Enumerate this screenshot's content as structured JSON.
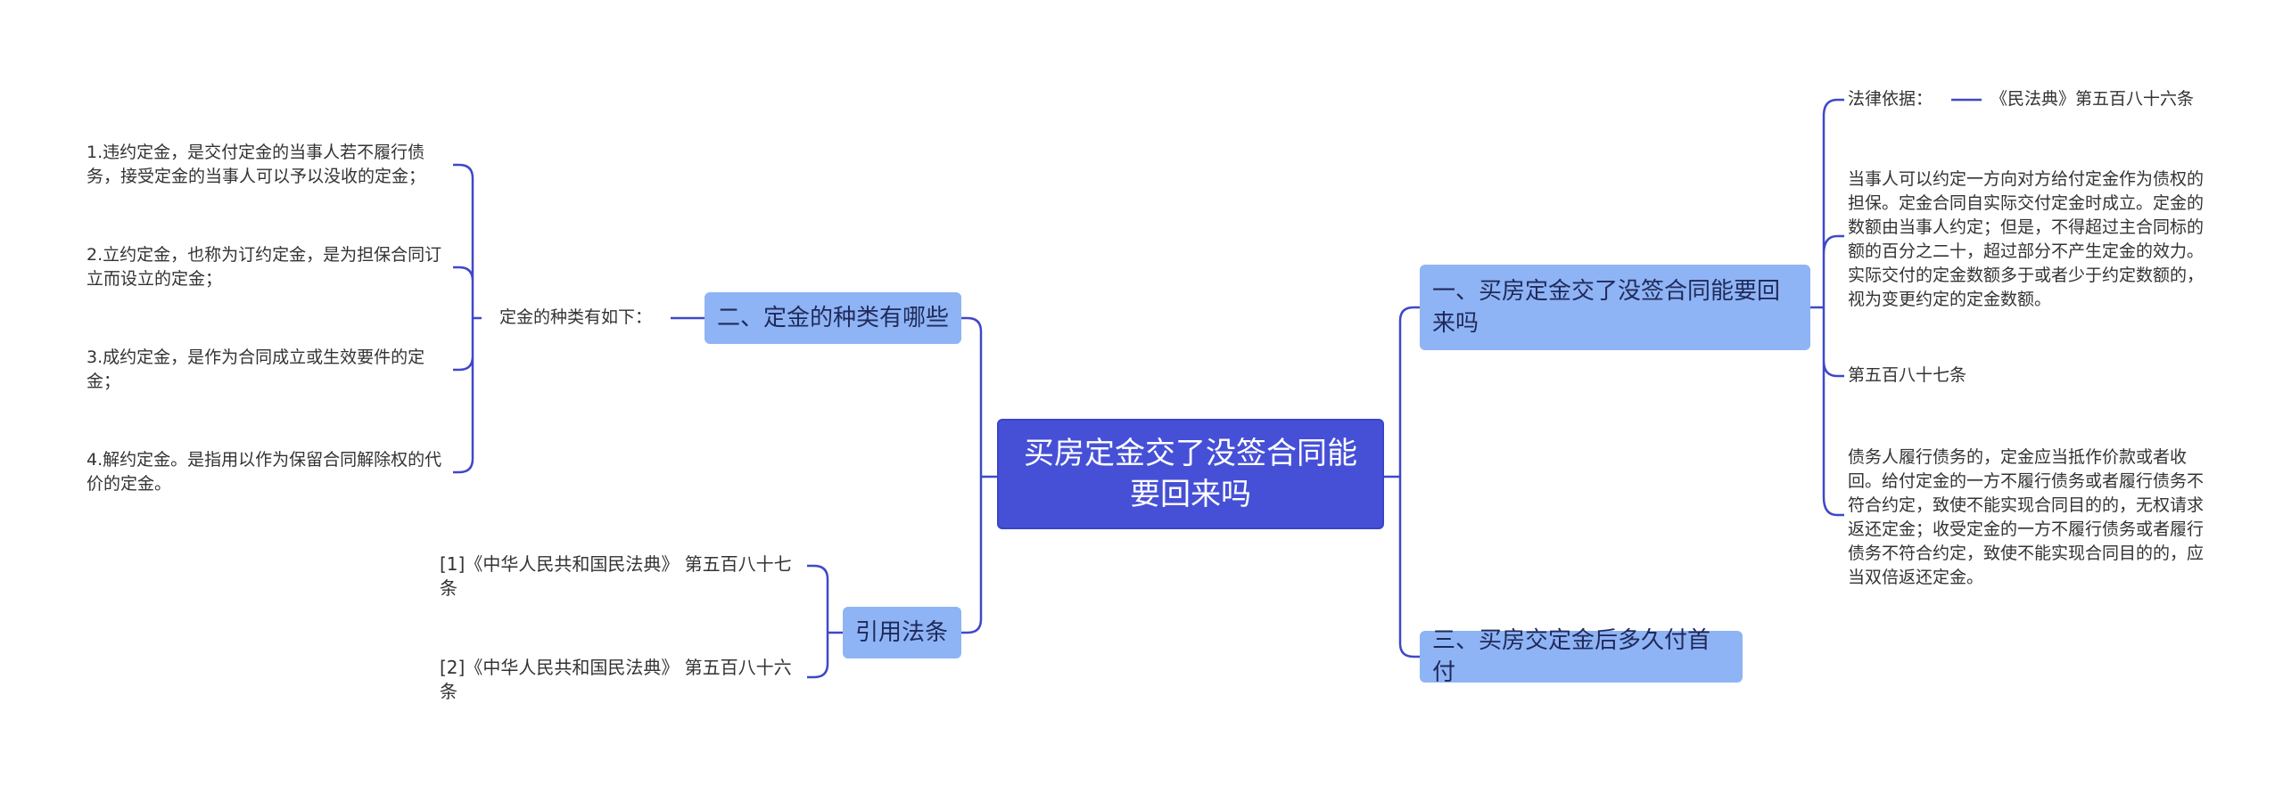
{
  "root": {
    "title": "买房定金交了没签合同能要回来吗"
  },
  "left": {
    "types": {
      "title": "二、定金的种类有哪些",
      "summary": "定金的种类有如下：",
      "items": [
        "1.违约定金，是交付定金的当事人若不履行债务，接受定金的当事人可以予以没收的定金；",
        "2.立约定金，也称为订约定金，是为担保合同订立而设立的定金；",
        "3.成约定金，是作为合同成立或生效要件的定金；",
        "4.解约定金。是指用以作为保留合同解除权的代价的定金。"
      ]
    },
    "citations": {
      "title": "引用法条",
      "items": [
        "[1]《中华人民共和国民法典》 第五百八十七条",
        "[2]《中华人民共和国民法典》 第五百八十六条"
      ]
    }
  },
  "right": {
    "q1": {
      "title": "一、买房定金交了没签合同能要回来吗",
      "basis_label": "法律依据：",
      "basis_value": "《民法典》第五百八十六条",
      "para1": "当事人可以约定一方向对方给付定金作为债权的担保。定金合同自实际交付定金时成立。定金的数额由当事人约定；但是，不得超过主合同标的额的百分之二十，超过部分不产生定金的效力。实际交付的定金数额多于或者少于约定数额的，视为变更约定的定金数额。",
      "article": "第五百八十七条",
      "para2": "债务人履行债务的，定金应当抵作价款或者收回。给付定金的一方不履行债务或者履行债务不符合约定，致使不能实现合同目的的，无权请求返还定金；收受定金的一方不履行债务或者履行债务不符合约定，致使不能实现合同目的的，应当双倍返还定金。"
    },
    "q3": {
      "title": "三、买房交定金后多久付首付"
    }
  },
  "colors": {
    "root": "#4650d6",
    "branch": "#8fb4f5",
    "line": "#3f48c8"
  }
}
